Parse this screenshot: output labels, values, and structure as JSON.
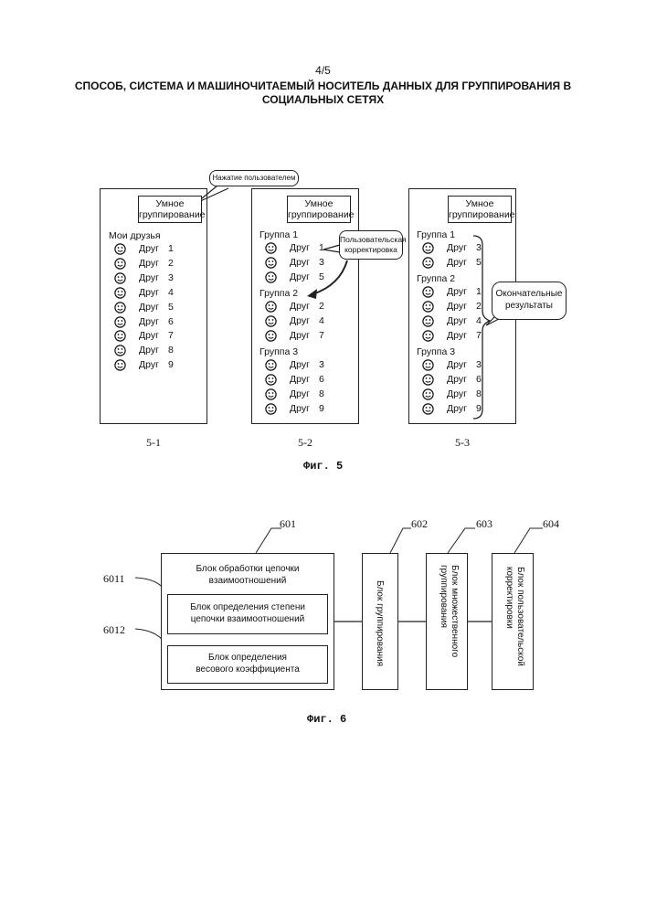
{
  "header": {
    "page_number": "4/5",
    "title_line1": "СПОСОБ, СИСТЕМА И МАШИНОЧИТАЕМЫЙ НОСИТЕЛЬ ДАННЫХ ДЛЯ ГРУППИРОВАНИЯ В",
    "title_line2": "СОЦИАЛЬНЫХ СЕТЯХ"
  },
  "fig5": {
    "smart_group_label": "Умное группирование",
    "friend_word": "Друг",
    "callout_click": "Нажатие пользователем",
    "callout_correction": "Пользовательская корректировка",
    "callout_final": "Окончательные результаты",
    "panel1": {
      "caption": "5-1",
      "heading": "Мои друзья",
      "friends": [
        "1",
        "2",
        "3",
        "4",
        "5",
        "6",
        "7",
        "8",
        "9"
      ]
    },
    "panel2": {
      "caption": "5-2",
      "groups": [
        {
          "name": "Группа 1",
          "friends": [
            "1",
            "3",
            "5"
          ]
        },
        {
          "name": "Группа 2",
          "friends": [
            "2",
            "4",
            "7"
          ]
        },
        {
          "name": "Группа 3",
          "friends": [
            "3",
            "6",
            "8",
            "9"
          ]
        }
      ]
    },
    "panel3": {
      "caption": "5-3",
      "groups": [
        {
          "name": "Группа 1",
          "friends": [
            "3",
            "5"
          ]
        },
        {
          "name": "Группа 2",
          "friends": [
            "1",
            "2",
            "4",
            "7"
          ]
        },
        {
          "name": "Группа 3",
          "friends": [
            "3",
            "6",
            "8",
            "9"
          ]
        }
      ]
    },
    "figure_label": "Фиг. 5"
  },
  "fig6": {
    "figure_label": "Фиг. 6",
    "block_601": {
      "ref": "601",
      "title": "Блок обработки цепочки взаимоотношений"
    },
    "block_6011": {
      "ref": "6011",
      "text": "Блок определения степени цепочки взаимоотношений"
    },
    "block_6012": {
      "ref": "6012",
      "text": "Блок определения весового коэффициента"
    },
    "block_602": {
      "ref": "602",
      "text": "Блок группирования"
    },
    "block_603": {
      "ref": "603",
      "text": "Блок множественного группирования"
    },
    "block_604": {
      "ref": "604",
      "text": "Блок пользовательской корректировки"
    }
  }
}
